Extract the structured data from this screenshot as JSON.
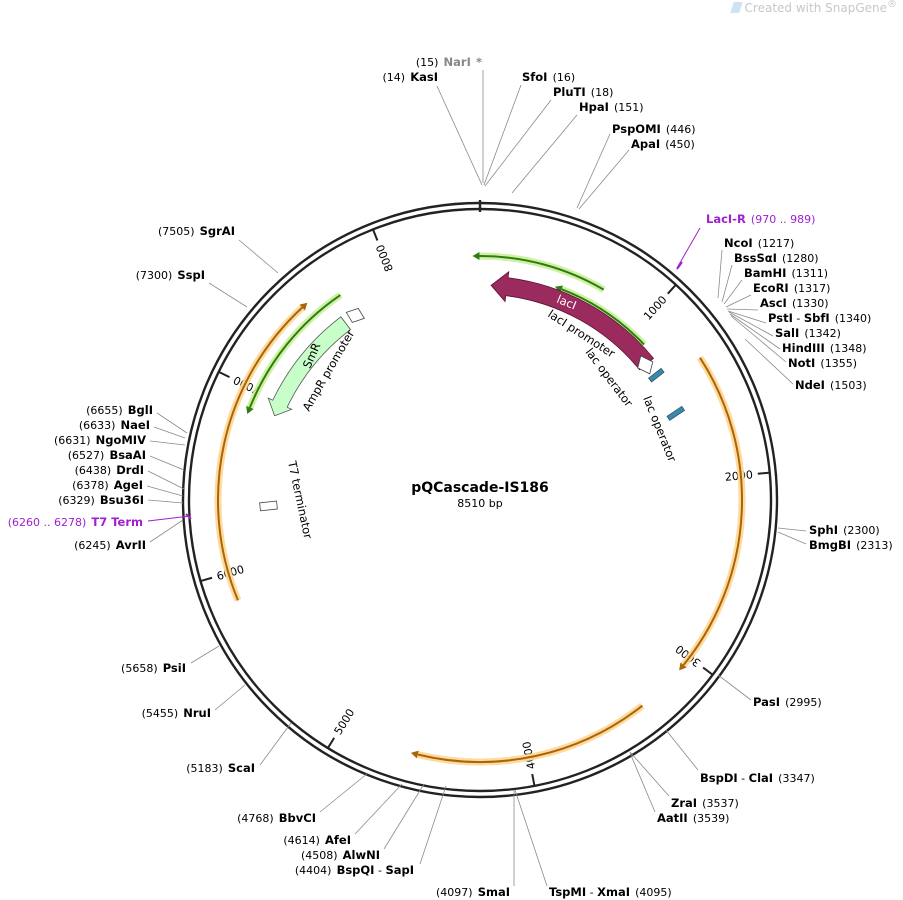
{
  "watermark": {
    "prefix": "Created with ",
    "brand": "SnapGene",
    "reg": "®"
  },
  "plasmid": {
    "name": "pQCascade-IS186",
    "size_label": "8510 bp",
    "length": 8510
  },
  "tick_labels": [
    "1000",
    "2000",
    "3000",
    "4000",
    "5000",
    "6000",
    "7000",
    "8000"
  ],
  "sites": [
    {
      "name": "NarI",
      "suffix": "*",
      "pos": "(15)",
      "gray": true
    },
    {
      "name": "KasI",
      "pos": "(14)"
    },
    {
      "name": "SfoI",
      "pos": "(16)"
    },
    {
      "name": "PluTI",
      "pos": "(18)"
    },
    {
      "name": "HpaI",
      "pos": "(151)"
    },
    {
      "name": "PspOMI",
      "pos": "(446)"
    },
    {
      "name": "ApaI",
      "pos": "(450)"
    },
    {
      "name": "LacI-R",
      "pos": "(970 .. 989)",
      "purple": true
    },
    {
      "name": "NcoI",
      "pos": "(1217)"
    },
    {
      "name": "BssSαI",
      "pos": "(1280)"
    },
    {
      "name": "BamHI",
      "pos": "(1311)"
    },
    {
      "name": "EcoRI",
      "pos": "(1317)"
    },
    {
      "name": "AscI",
      "pos": "(1330)"
    },
    {
      "name": "PstI",
      "name2": "SbfI",
      "pos": "(1340)"
    },
    {
      "name": "SalI",
      "pos": "(1342)"
    },
    {
      "name": "HindIII",
      "pos": "(1348)"
    },
    {
      "name": "NotI",
      "pos": "(1355)"
    },
    {
      "name": "NdeI",
      "pos": "(1503)"
    },
    {
      "name": "SphI",
      "pos": "(2300)"
    },
    {
      "name": "BmgBI",
      "pos": "(2313)"
    },
    {
      "name": "PasI",
      "pos": "(2995)"
    },
    {
      "name": "BspDI",
      "name2": "ClaI",
      "pos": "(3347)"
    },
    {
      "name": "ZraI",
      "pos": "(3537)"
    },
    {
      "name": "AatII",
      "pos": "(3539)"
    },
    {
      "name": "TspMI",
      "name2": "XmaI",
      "pos": "(4095)"
    },
    {
      "name": "SmaI",
      "pos": "(4097)"
    },
    {
      "name": "BspQI",
      "name2": "SapI",
      "pos": "(4404)"
    },
    {
      "name": "AlwNI",
      "pos": "(4508)"
    },
    {
      "name": "AfeI",
      "pos": "(4614)"
    },
    {
      "name": "BbvCI",
      "pos": "(4768)"
    },
    {
      "name": "ScaI",
      "pos": "(5183)"
    },
    {
      "name": "NruI",
      "pos": "(5455)"
    },
    {
      "name": "PsiI",
      "pos": "(5658)"
    },
    {
      "name": "AvrII",
      "pos": "(6245)"
    },
    {
      "name": "T7 Term",
      "pos": "(6260 .. 6278)",
      "purple": true
    },
    {
      "name": "Bsu36I",
      "pos": "(6329)"
    },
    {
      "name": "AgeI",
      "pos": "(6378)"
    },
    {
      "name": "DrdI",
      "pos": "(6438)"
    },
    {
      "name": "BsaAI",
      "pos": "(6527)"
    },
    {
      "name": "NgoMIV",
      "pos": "(6631)"
    },
    {
      "name": "NaeI",
      "pos": "(6633)"
    },
    {
      "name": "BglI",
      "pos": "(6655)"
    },
    {
      "name": "SspI",
      "pos": "(7300)"
    },
    {
      "name": "SgrAI",
      "pos": "(7505)"
    }
  ],
  "features": {
    "lacI": "lacI",
    "lacI_promoter": "lacI promoter",
    "lac_operator_1": "lac operator",
    "lac_operator_2": "lac operator",
    "SmR": "SmR",
    "AmpR_promoter": "AmpR promoter",
    "T7_terminator": "T7 terminator"
  },
  "colors": {
    "backbone": "#222222",
    "lacI": "#9b2a5e",
    "green_orf": "#2f7d12",
    "green_glow": "#c9ef9a",
    "orange_orf": "#a8650a",
    "orange_glow": "#ffd690",
    "smr_fill": "#c8ffc8",
    "operator": "#3a87a6",
    "primer": "#a020d0"
  }
}
